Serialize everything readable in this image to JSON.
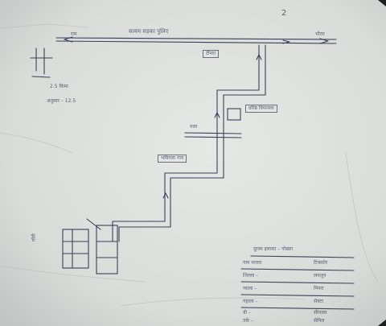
{
  "page": {
    "number": "2"
  },
  "diagram": {
    "road_label": "सत्यम सड़का पुलिए",
    "road_from": "राम",
    "road_to": "भीतर",
    "top_box": "टीमरा",
    "mid_box": "वरिष्ठ विमानला",
    "mid_side_label": "मला",
    "lower_box": "भविगला गाय",
    "legend_left_label": "गाँवी",
    "notes": [
      "2.5 किमा",
      "अनुसार – 12.5"
    ]
  },
  "legend": {
    "title": "दूरस्थ इलाका – पोखरा",
    "rows": [
      {
        "name": "गाम मन्तरा",
        "value": "टिकसोर"
      },
      {
        "name": "जिल्ला –",
        "value": "लमजुन"
      },
      {
        "name": "प्याला –",
        "value": "पिपरा"
      },
      {
        "name": "गहाला –",
        "value": "सेक्टा"
      },
      {
        "name": "वी –",
        "value": "सीमाला"
      },
      {
        "name": "तके –",
        "value": "सेमिल"
      }
    ]
  },
  "colors": {
    "paper": "#dcdfdc",
    "ink": "#3a3d55",
    "background": "#1e2022"
  }
}
